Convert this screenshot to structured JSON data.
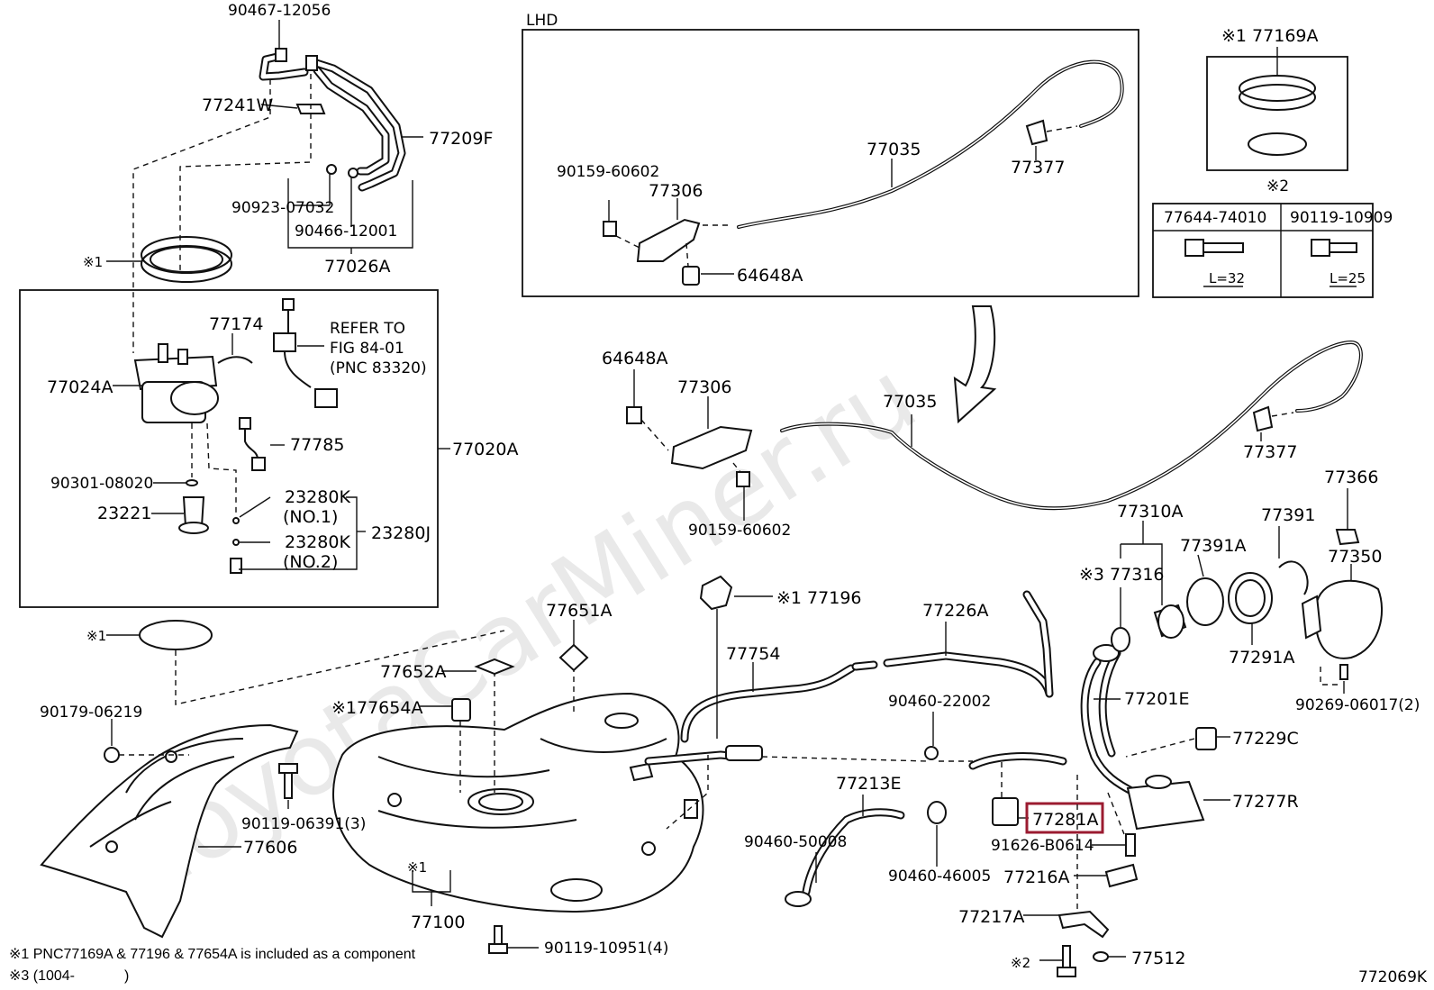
{
  "watermark": "ToyotaCarMiner.ru",
  "diagram_code": "772069K",
  "lhd_box_label": "LHD",
  "highlighted_part": "77281A",
  "refer_note": {
    "line1": "REFER TO",
    "line2": "FIG 84-01",
    "line3": "(PNC 83320)"
  },
  "footnotes": {
    "note1": "※1 PNC77169A & 77196 & 77654A is included as a component",
    "note3_prefix": "※3 (1004-",
    "note3_suffix": ")"
  },
  "bolt_table": {
    "mark": "※2",
    "columns": [
      {
        "part": "77644-74010",
        "length": "L=32"
      },
      {
        "part": "90119-10909",
        "length": "L=25"
      }
    ]
  },
  "labels": {
    "p90467_12056": "90467-12056",
    "p77241W": "77241W",
    "p77209F": "77209F",
    "p90923_07032": "90923-07032",
    "p90466_12001": "90466-12001",
    "p77026A": "77026A",
    "mark1_ring": "※1",
    "p77174": "77174",
    "p77024A": "77024A",
    "p77785": "77785",
    "p77020A": "77020A",
    "p90301_08020": "90301-08020",
    "p23221": "23221",
    "p23280K_1": "23280K",
    "no1": "(NO.1)",
    "p23280K_2": "23280K",
    "no2": "(NO.2)",
    "p23280J": "23280J",
    "mark1_gasket": "※1",
    "p90179_06219": "90179-06219",
    "p90119_06391": "90119-06391(3)",
    "p77606": "77606",
    "p77652A": "77652A",
    "p77654A": "※177654A",
    "p77651A": "77651A",
    "mark1_tank": "※1",
    "p77100": "77100",
    "p90119_10951": "90119-10951(4)",
    "p77196": "※1  77196",
    "p77754": "77754",
    "p77226A": "77226A",
    "p90460_22002": "90460-22002",
    "p77213E": "77213E",
    "p90460_50008": "90460-50008",
    "p90460_46005": "90460-46005",
    "p77281A": "77281A",
    "p91626_B0614": "91626-B0614",
    "p77216A": "77216A",
    "p77217A": "77217A",
    "mark2_bolt": "※2",
    "p77512": "77512",
    "p77201E": "77201E",
    "p77229C": "77229C",
    "p77277R": "77277R",
    "p77310A": "77310A",
    "p77316": "※3 77316",
    "p77391A": "77391A",
    "p77391": "77391",
    "p77291A": "77291A",
    "p77366": "77366",
    "p77350": "77350",
    "p90269_06017": "90269-06017(2)",
    "p77169A": "※1  77169A",
    "lhd_90159_60602": "90159-60602",
    "lhd_77306": "77306",
    "lhd_77035": "77035",
    "lhd_77377": "77377",
    "lhd_64648A": "64648A",
    "p64648A": "64648A",
    "p77306": "77306",
    "p77035": "77035",
    "p77377": "77377",
    "p90159_60602": "90159-60602"
  }
}
